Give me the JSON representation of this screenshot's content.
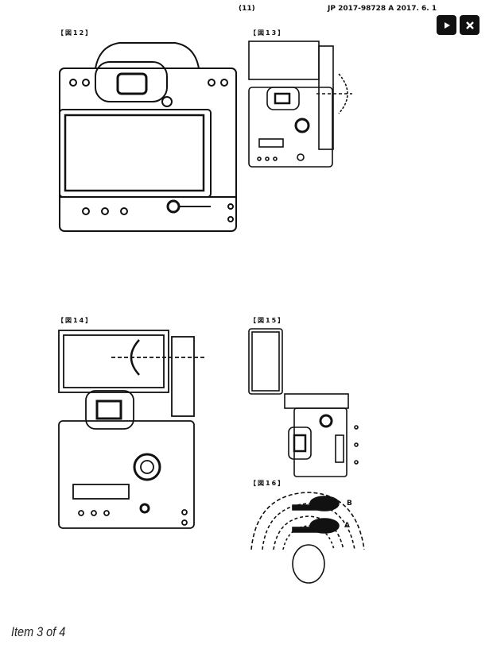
{
  "document": {
    "page_number": "(11)",
    "publication": "JP 2017-98728 A 2017. 6. 1",
    "figures": [
      {
        "label": "【図12】"
      },
      {
        "label": "【図13】"
      },
      {
        "label": "【図14】"
      },
      {
        "label": "【図15】"
      },
      {
        "label": "【図16】",
        "annotations": [
          "A",
          "B"
        ]
      }
    ]
  },
  "controls": {
    "play_icon": "play-icon",
    "close_icon": "close-icon"
  },
  "viewer": {
    "caption": "Item 3 of 4"
  }
}
